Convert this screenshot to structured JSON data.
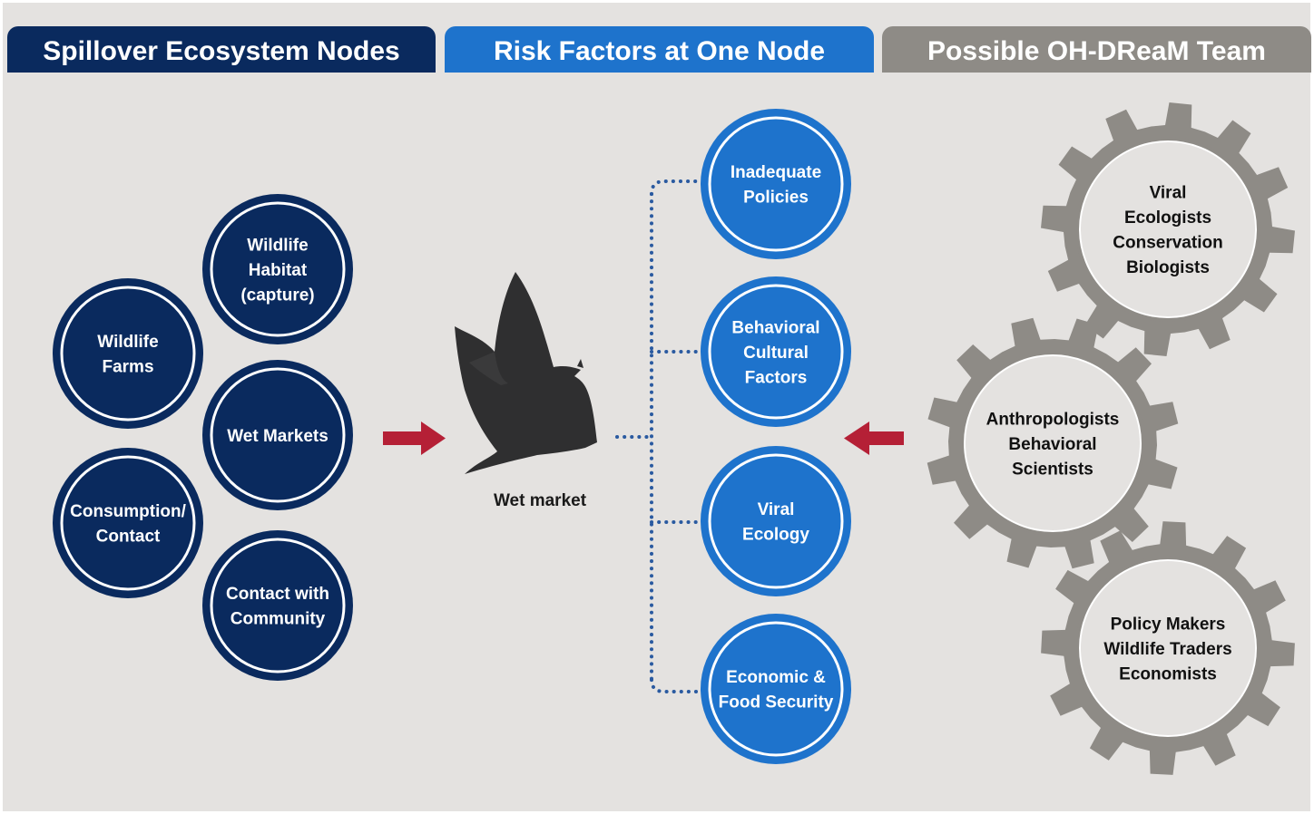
{
  "headers": {
    "nodes": "Spillover Ecosystem Nodes",
    "risk": "Risk Factors at One Node",
    "team": "Possible OH-DReaM Team"
  },
  "nodes": [
    {
      "id": "wildlife-habitat",
      "lines": [
        "Wildlife",
        "Habitat",
        "(capture)"
      ]
    },
    {
      "id": "wildlife-farms",
      "lines": [
        "Wildlife",
        "Farms"
      ]
    },
    {
      "id": "wet-markets",
      "lines": [
        "Wet Markets"
      ]
    },
    {
      "id": "consumption-contact",
      "lines": [
        "Consumption/",
        "Contact"
      ]
    },
    {
      "id": "contact-community",
      "lines": [
        "Contact with",
        "Community"
      ]
    }
  ],
  "center": {
    "label": "Wet market",
    "icon": "bat-icon"
  },
  "risk_factors": [
    {
      "id": "inadequate-policies",
      "lines": [
        "Inadequate",
        "Policies"
      ]
    },
    {
      "id": "behavioral-cultural",
      "lines": [
        "Behavioral",
        "Cultural",
        "Factors"
      ]
    },
    {
      "id": "viral-ecology",
      "lines": [
        "Viral",
        "Ecology"
      ]
    },
    {
      "id": "economic-food",
      "lines": [
        "Economic &",
        "Food Security"
      ]
    }
  ],
  "team_gears": [
    {
      "id": "ecologists",
      "lines": [
        "Viral",
        "Ecologists",
        "Conservation",
        "Biologists"
      ]
    },
    {
      "id": "anthropologists",
      "lines": [
        "Anthropologists",
        "Behavioral",
        "Scientists"
      ]
    },
    {
      "id": "policy",
      "lines": [
        "Policy Makers",
        "Wildlife Traders",
        "Economists"
      ]
    }
  ],
  "colors": {
    "background": "#e4e2e0",
    "navy": "#0a2a5e",
    "blue": "#1e73cc",
    "gray": "#8e8b86",
    "arrow_red": "#b52036",
    "dots": "#2a5aa0",
    "bat": "#2f2f30"
  }
}
